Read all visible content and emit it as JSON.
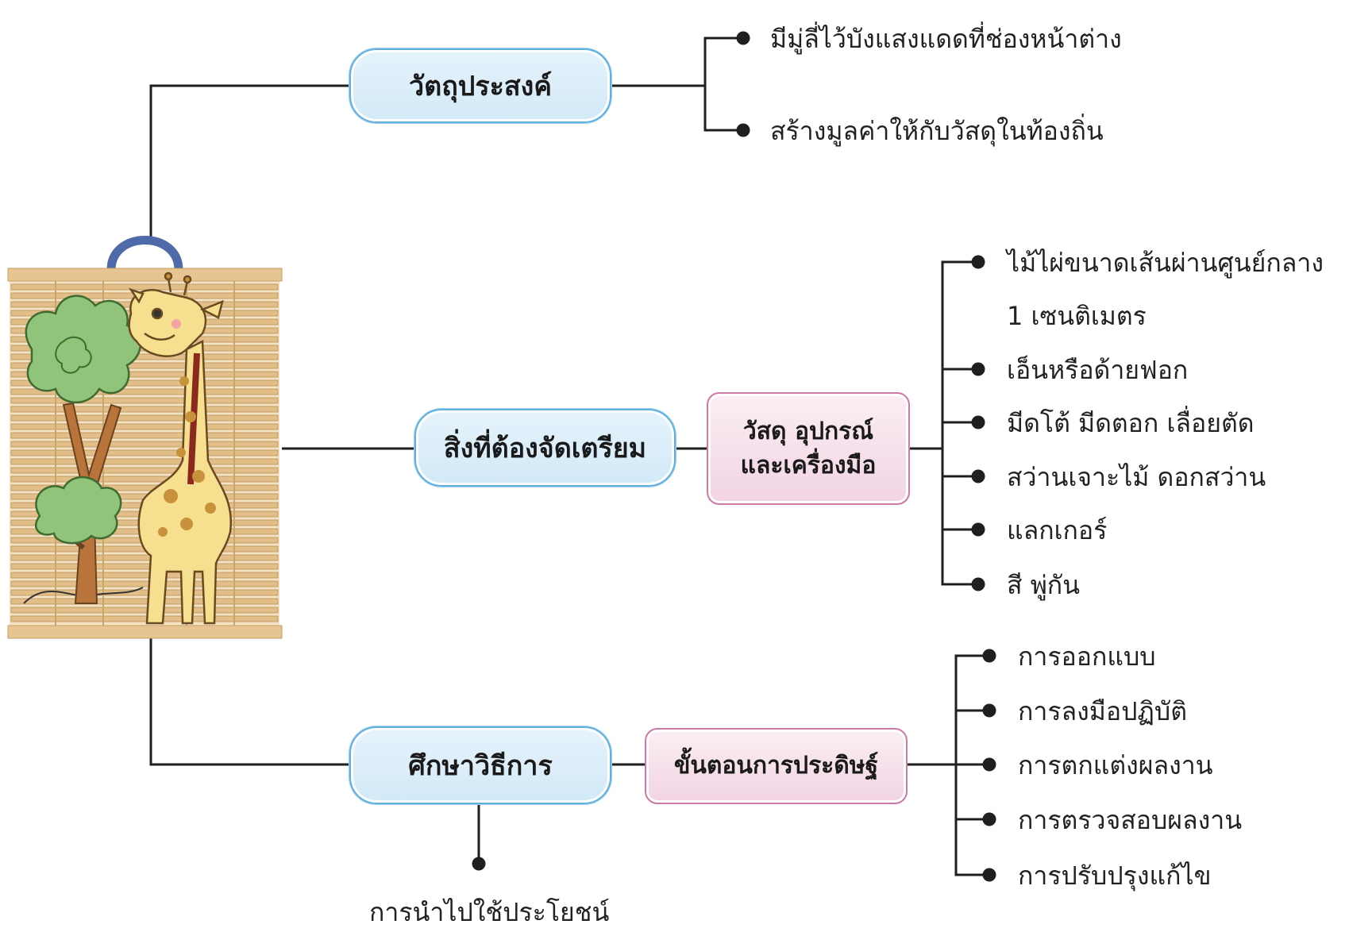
{
  "nodes": {
    "objective": "วัตถุประสงค์",
    "preparation": "สิ่งที่ต้องจัดเตรียม",
    "materials_line1": "วัสดุ อุปกรณ์",
    "materials_line2": "และเครื่องมือ",
    "method": "ศึกษาวิธีการ",
    "steps": "ขั้นตอนการประดิษฐ์",
    "usage": "การนำไปใช้ประโยชน์"
  },
  "objectives": [
    "มีมู่ลี่ไว้บังแสงแดดที่ช่องหน้าต่าง",
    "สร้างมูลค่าให้กับวัสดุในท้องถิ่น"
  ],
  "materials": [
    "ไม้ไผ่ขนาดเส้นผ่านศูนย์กลาง",
    "1 เซนติเมตร",
    "เอ็นหรือด้ายฟอก",
    "มีดโต้ มีดตอก เลื่อยตัด",
    "สว่านเจาะไม้ ดอกสว่าน",
    "แลกเกอร์",
    "สี พู่กัน"
  ],
  "steps": [
    "การออกแบบ",
    "การลงมือปฏิบัติ",
    "การตกแต่งผลงาน",
    "การตรวจสอบผลงาน",
    "การปรับปรุงแก้ไข"
  ],
  "colors": {
    "line": "#1f1f1f",
    "blue_border": "#5fb0df",
    "pink_border": "#cf7aa5",
    "bamboo": "#d9b27a",
    "hanger": "#4f6aa8"
  }
}
